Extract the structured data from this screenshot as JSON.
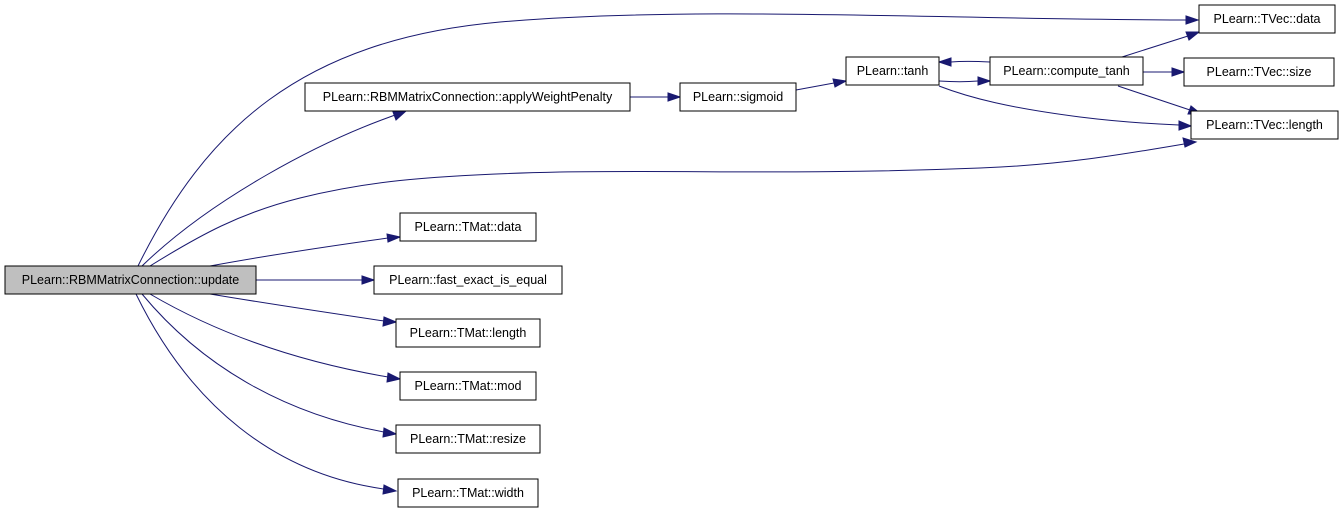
{
  "diagram": {
    "type": "call-graph",
    "nodes": {
      "update": "PLearn::RBMMatrixConnection::update",
      "applyWeightPenalty": "PLearn::RBMMatrixConnection::applyWeightPenalty",
      "sigmoid": "PLearn::sigmoid",
      "tanh": "PLearn::tanh",
      "compute_tanh": "PLearn::compute_tanh",
      "tvec_data": "PLearn::TVec::data",
      "tvec_size": "PLearn::TVec::size",
      "tvec_length": "PLearn::TVec::length",
      "tmat_data": "PLearn::TMat::data",
      "fast_exact_is_equal": "PLearn::fast_exact_is_equal",
      "tmat_length": "PLearn::TMat::length",
      "tmat_mod": "PLearn::TMat::mod",
      "tmat_resize": "PLearn::TMat::resize",
      "tmat_width": "PLearn::TMat::width"
    },
    "edges": [
      {
        "from": "update",
        "to": "tvec_data"
      },
      {
        "from": "update",
        "to": "applyWeightPenalty"
      },
      {
        "from": "update",
        "to": "tvec_length"
      },
      {
        "from": "update",
        "to": "tmat_data"
      },
      {
        "from": "update",
        "to": "fast_exact_is_equal"
      },
      {
        "from": "update",
        "to": "tmat_length"
      },
      {
        "from": "update",
        "to": "tmat_mod"
      },
      {
        "from": "update",
        "to": "tmat_resize"
      },
      {
        "from": "update",
        "to": "tmat_width"
      },
      {
        "from": "applyWeightPenalty",
        "to": "sigmoid"
      },
      {
        "from": "sigmoid",
        "to": "tanh"
      },
      {
        "from": "tanh",
        "to": "compute_tanh"
      },
      {
        "from": "tanh",
        "to": "tvec_length"
      },
      {
        "from": "compute_tanh",
        "to": "tanh"
      },
      {
        "from": "compute_tanh",
        "to": "tvec_data"
      },
      {
        "from": "compute_tanh",
        "to": "tvec_size"
      },
      {
        "from": "compute_tanh",
        "to": "tvec_length"
      }
    ],
    "colors": {
      "edge": "#191970",
      "root_fill": "#bfbfbf",
      "node_fill": "#ffffff",
      "node_border": "#000000"
    }
  }
}
